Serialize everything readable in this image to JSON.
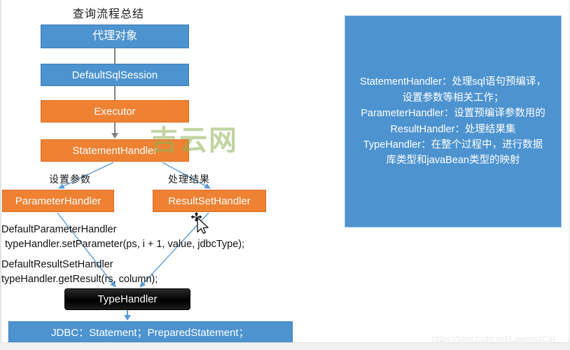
{
  "diagram": {
    "title": "查询流程总结",
    "nodes": [
      {
        "id": "proxy",
        "label": "代理对象",
        "color": "blue"
      },
      {
        "id": "session",
        "label": "DefaultSqlSession",
        "color": "blue"
      },
      {
        "id": "executor",
        "label": "Executor",
        "color": "orange"
      },
      {
        "id": "stmt",
        "label": "StatementHandler",
        "color": "orange"
      },
      {
        "id": "param",
        "label": "ParameterHandler",
        "color": "orange"
      },
      {
        "id": "result",
        "label": "ResultSetHandler",
        "color": "orange"
      },
      {
        "id": "type",
        "label": "TypeHandler",
        "color": "black"
      },
      {
        "id": "jdbc",
        "label": "JDBC：Statement；PreparedStatement；",
        "color": "blue"
      }
    ],
    "edge_labels": {
      "set_param": "设置参数",
      "handle_result": "处理结果"
    },
    "notes": {
      "block1_line1": "DefaultParameterHandler",
      "block1_line2": "typeHandler.setParameter(ps, i + 1, value, jdbcType);",
      "block2_line1": "DefaultResultSetHandler",
      "block2_line2": "typeHandler.getResult(rs, column);"
    }
  },
  "info_panel": {
    "lines": [
      "StatementHandler：处理sql语句预编译，",
      "设置参数等相关工作；",
      "ParameterHandler：设置预编译参数用的",
      "ResultHandler：处理结果集",
      "TypeHandler：在整个过程中，进行数据",
      "库类型和javaBean类型的映射"
    ]
  },
  "watermarks": {
    "center": "吉云网",
    "url": "https://blog.csdn.net/LawssssCat"
  },
  "colors": {
    "blue": "#4d93d0",
    "orange": "#ef8133",
    "black": "#090909",
    "arrow_blue": "#5b9bd5",
    "arrow_gray": "#808080",
    "watermark_green": "#8eb054"
  }
}
